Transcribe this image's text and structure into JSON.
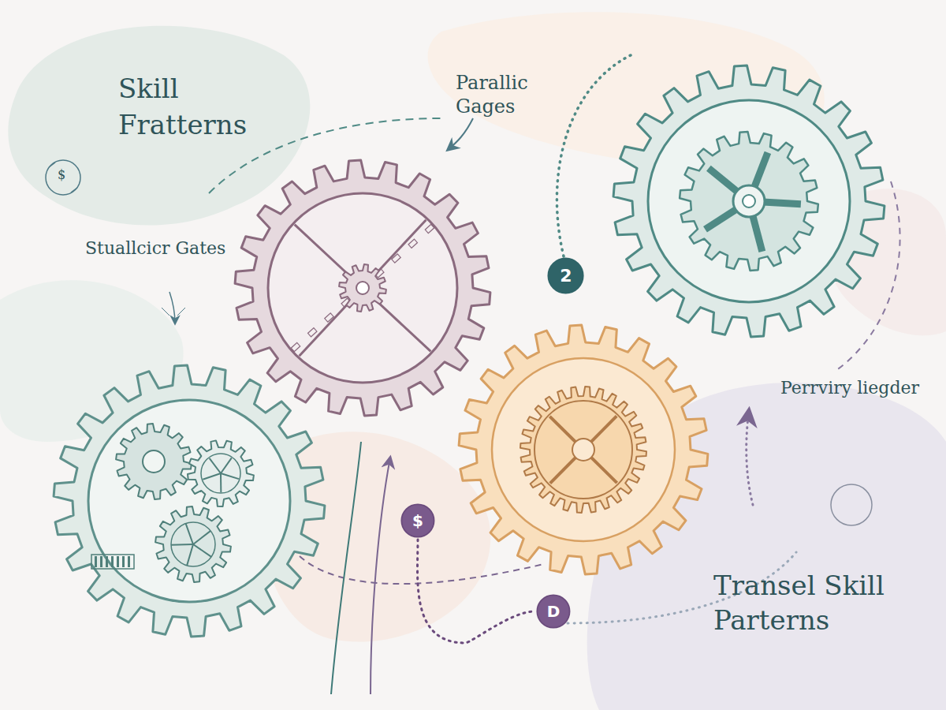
{
  "diagram": {
    "title": "Skill Fratterns",
    "nodes": [
      {
        "text": [
          "2"
        ]
      },
      {
        "text": [
          "$"
        ]
      },
      {
        "text": [
          "D"
        ]
      }
    ],
    "edges": [
      {
        "from": 1,
        "to": 2,
        "arrow": "none"
      }
    ],
    "labels": [
      "Parallic Gages",
      "Stuallcicr Gates",
      "Perrviry liegder",
      "Transel Skill Parterns",
      "$"
    ]
  }
}
